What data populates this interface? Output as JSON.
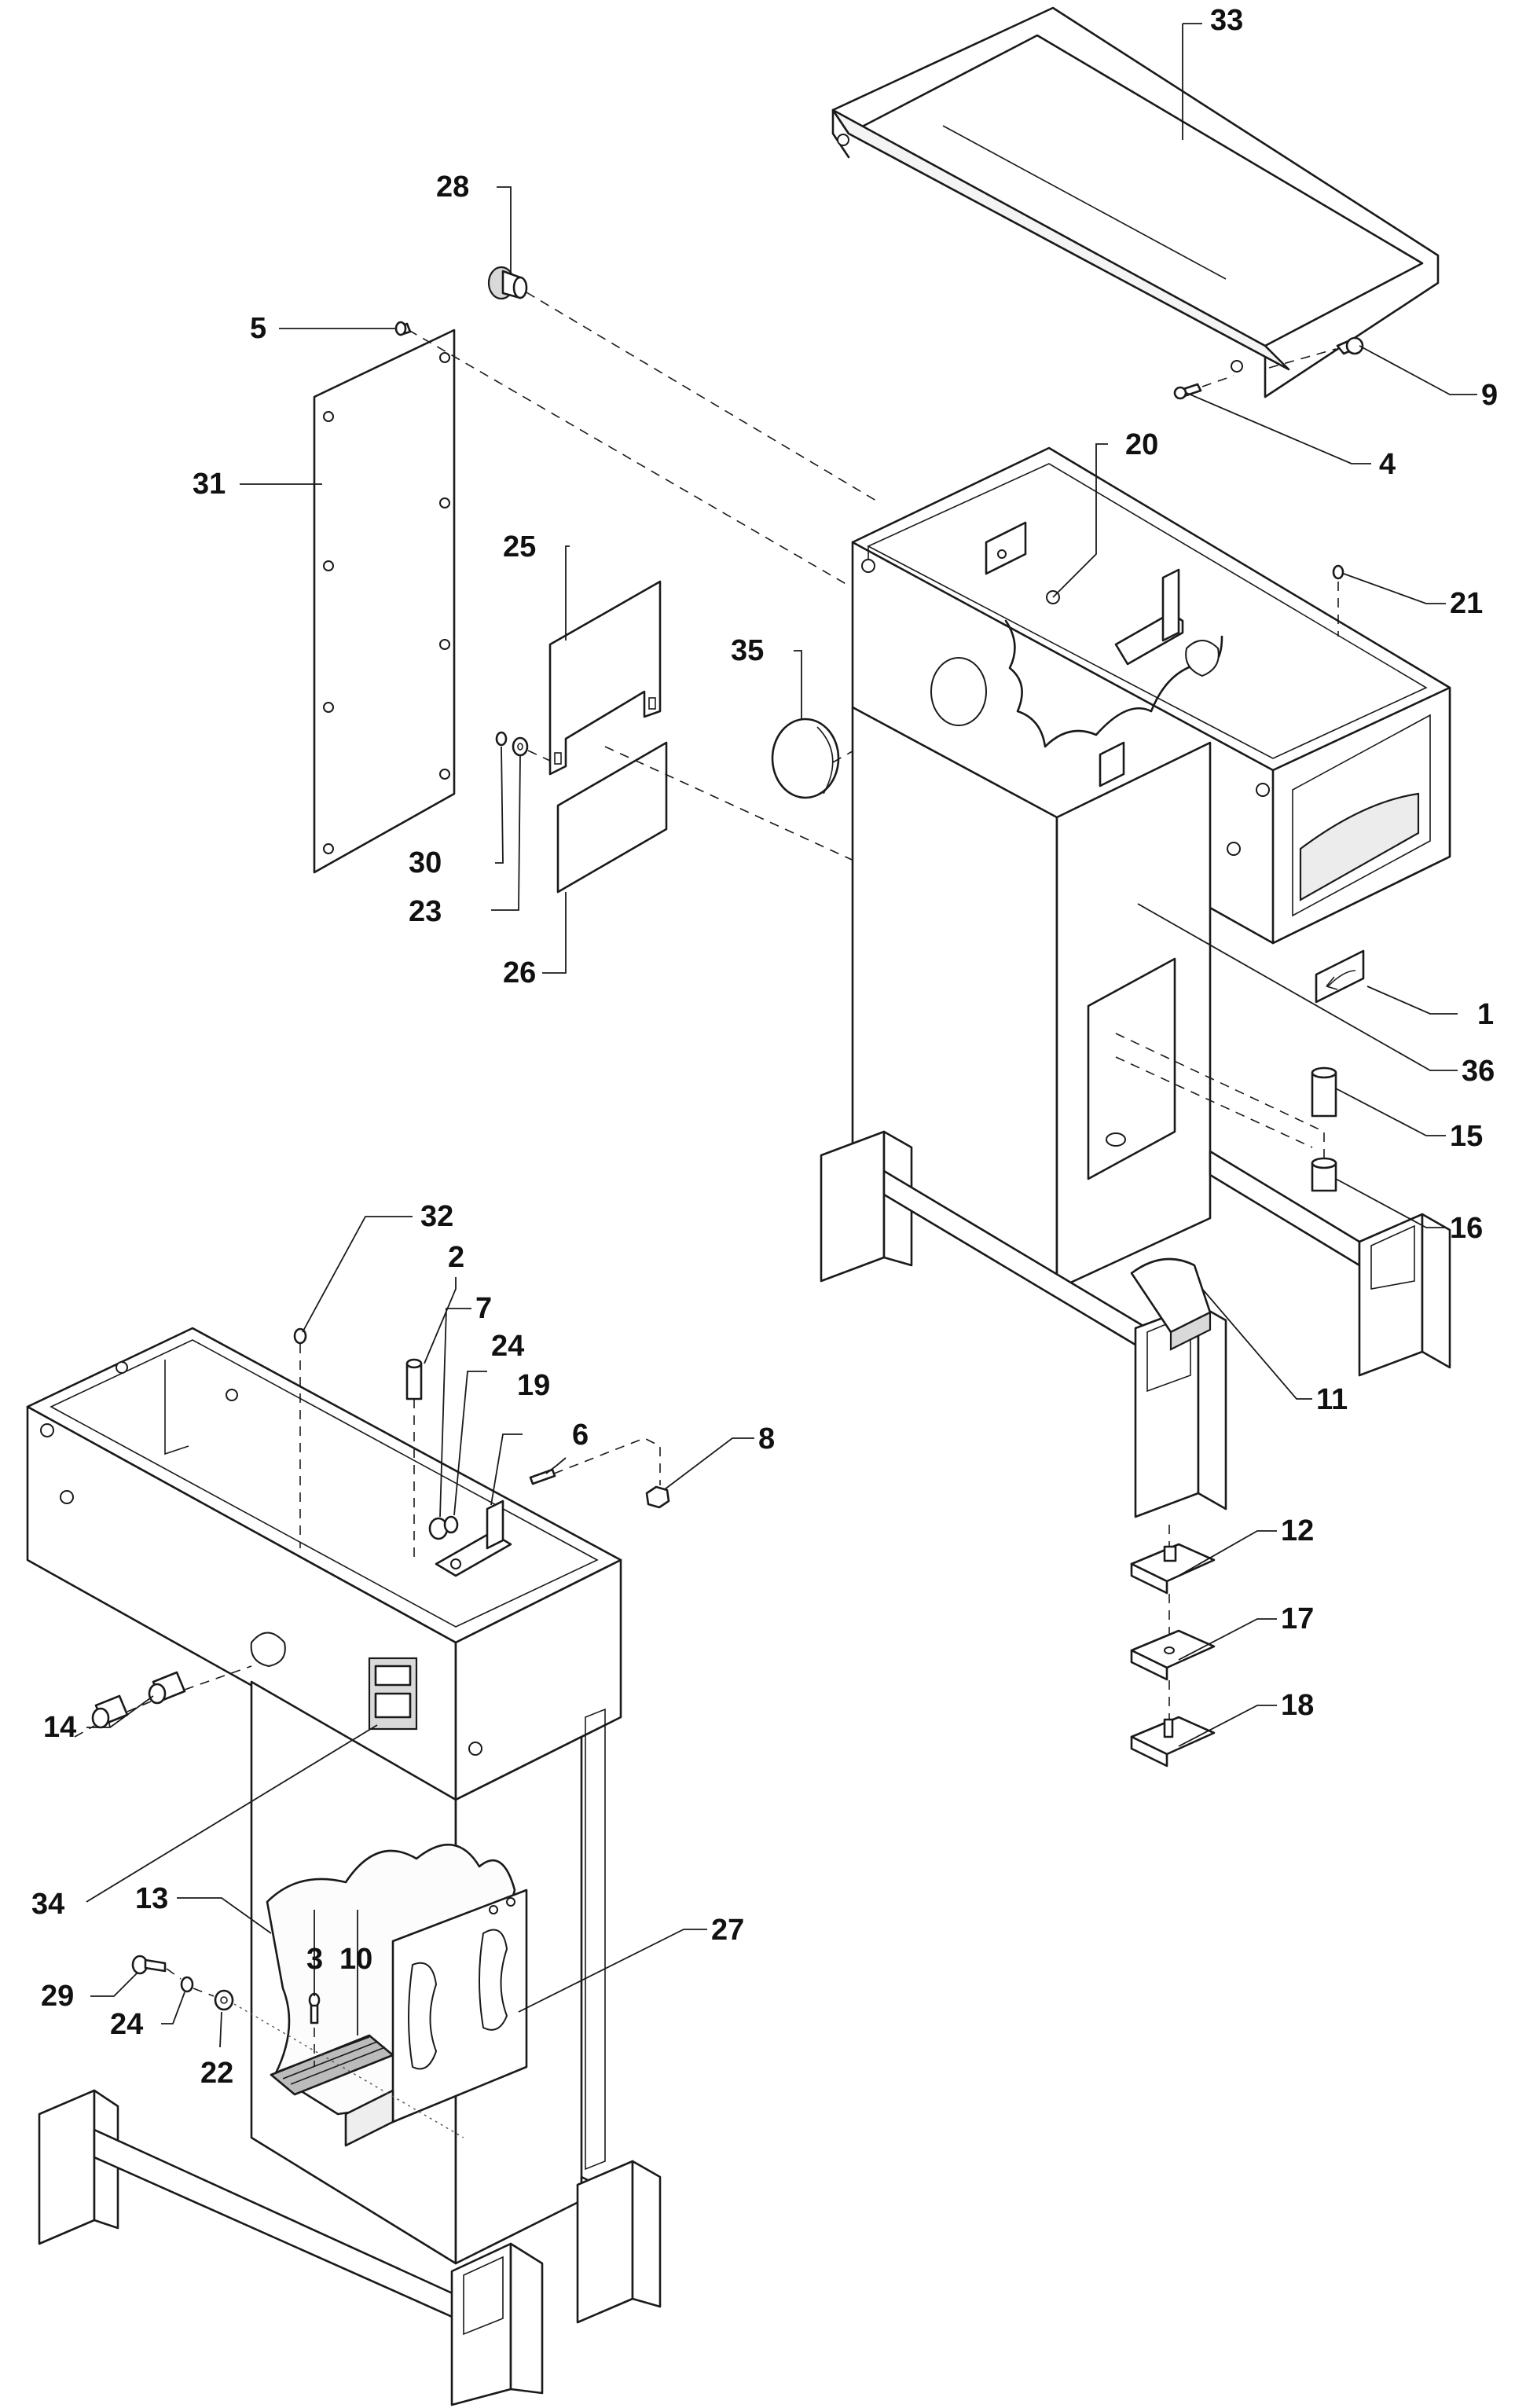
{
  "diagram": {
    "callouts": [
      {
        "id": "c33",
        "text": "33"
      },
      {
        "id": "c28",
        "text": "28"
      },
      {
        "id": "c5",
        "text": "5"
      },
      {
        "id": "c9",
        "text": "9"
      },
      {
        "id": "c4",
        "text": "4"
      },
      {
        "id": "c31",
        "text": "31"
      },
      {
        "id": "c20",
        "text": "20"
      },
      {
        "id": "c25",
        "text": "25"
      },
      {
        "id": "c21",
        "text": "21"
      },
      {
        "id": "c35",
        "text": "35"
      },
      {
        "id": "c30",
        "text": "30"
      },
      {
        "id": "c23",
        "text": "23"
      },
      {
        "id": "c26",
        "text": "26"
      },
      {
        "id": "c1",
        "text": "1"
      },
      {
        "id": "c36",
        "text": "36"
      },
      {
        "id": "c15",
        "text": "15"
      },
      {
        "id": "c16",
        "text": "16"
      },
      {
        "id": "c32",
        "text": "32"
      },
      {
        "id": "c2",
        "text": "2"
      },
      {
        "id": "c7",
        "text": "7"
      },
      {
        "id": "c24a",
        "text": "24"
      },
      {
        "id": "c19",
        "text": "19"
      },
      {
        "id": "c6",
        "text": "6"
      },
      {
        "id": "c8",
        "text": "8"
      },
      {
        "id": "c11",
        "text": "11"
      },
      {
        "id": "c12",
        "text": "12"
      },
      {
        "id": "c17",
        "text": "17"
      },
      {
        "id": "c18",
        "text": "18"
      },
      {
        "id": "c14",
        "text": "14"
      },
      {
        "id": "c34",
        "text": "34"
      },
      {
        "id": "c13",
        "text": "13"
      },
      {
        "id": "c27",
        "text": "27"
      },
      {
        "id": "c3",
        "text": "3"
      },
      {
        "id": "c10",
        "text": "10"
      },
      {
        "id": "c29",
        "text": "29"
      },
      {
        "id": "c24b",
        "text": "24"
      },
      {
        "id": "c22",
        "text": "22"
      }
    ]
  }
}
